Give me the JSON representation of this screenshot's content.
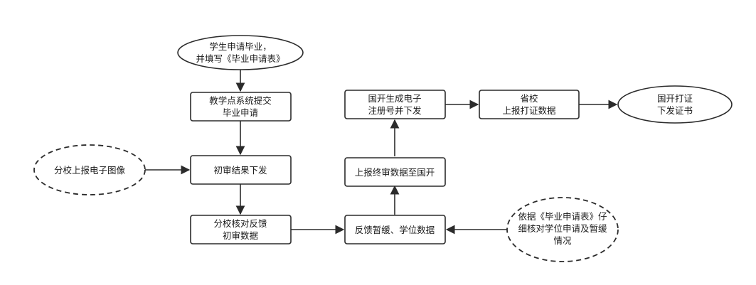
{
  "nodes": {
    "student_apply": [
      "学生申请毕业，",
      "并填写《毕业申请表》"
    ],
    "teaching_point_submit": [
      "教学点系统提交",
      "毕业申请"
    ],
    "branch_upload": [
      "分校上报电子图像"
    ],
    "preliminary_result": [
      "初审结果下发"
    ],
    "branch_verify": [
      "分校核对反馈",
      "初审数据"
    ],
    "feedback_data": [
      "反馈暂缓、学位数据"
    ],
    "verify_by_form": [
      "依据《毕业申请表》仔",
      "细核对学位申请及暂缓",
      "情况"
    ],
    "report_final": [
      "上报终审数据至国开"
    ],
    "generate_reg": [
      "国开生成电子",
      "注册号并下发"
    ],
    "province_report": [
      "省校",
      "上报打证数据"
    ],
    "issue_cert": [
      "国开打证",
      "下发证书"
    ]
  }
}
